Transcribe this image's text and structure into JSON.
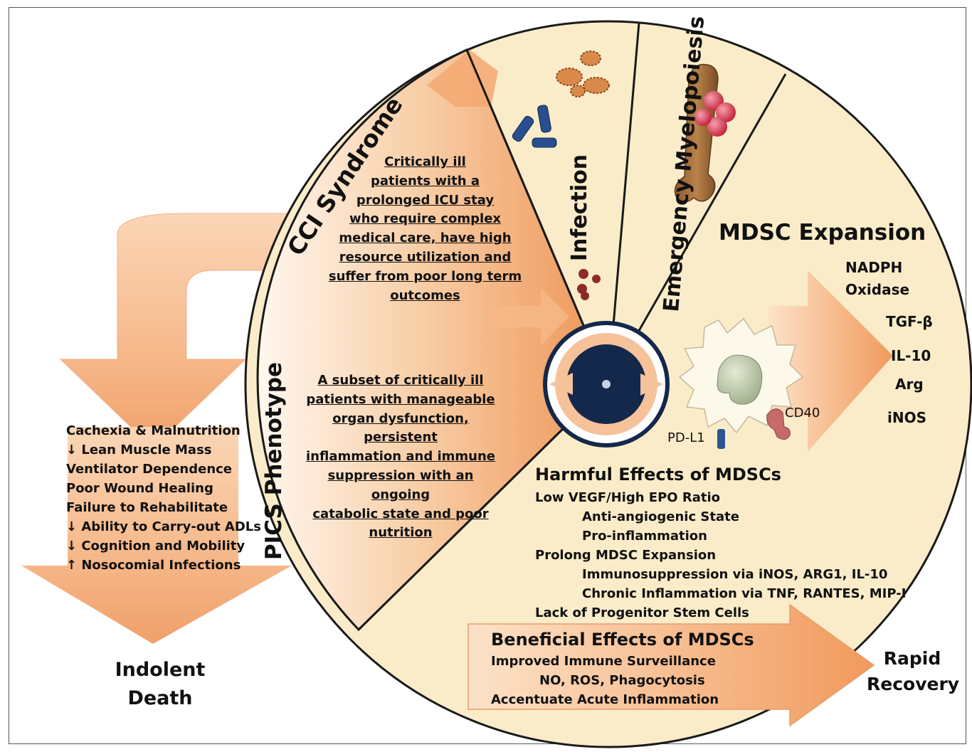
{
  "sectors": {
    "cci_title": "CCI Syndrome",
    "pics_title": "PICS Phenotype",
    "infection": "Infection",
    "myelopoiesis": "Emergency Myelopoiesis",
    "mdsc_title": "MDSC Expansion"
  },
  "cci_description": [
    "Critically ill",
    "patients with a",
    "prolonged ICU stay",
    "who require complex",
    "medical care, have high",
    "resource utilization and",
    "suffer from poor long term",
    "outcomes"
  ],
  "pics_description": [
    "A subset of critically ill",
    "patients with manageable",
    "organ dysfunction, persistent",
    "inflammation and immune",
    "suppression with an ongoing",
    "catabolic state and poor",
    "nutrition"
  ],
  "mediators": [
    "NADPH",
    "Oxidase",
    "TGF-β",
    "IL-10",
    "Arg",
    "iNOS"
  ],
  "cell_labels": {
    "cd40": "CD40",
    "pdl1": "PD-L1"
  },
  "outcomes_list": [
    "Cachexia & Malnutrition",
    "↓ Lean Muscle Mass",
    "Ventilator Dependence",
    "Poor Wound Healing",
    "Failure to Rehabilitate",
    "↓ Ability to Carry-out ADLs",
    "↓ Cognition and Mobility",
    "↑ Nosocomial  Infections"
  ],
  "indolent_death": [
    "Indolent",
    "Death"
  ],
  "harmful": {
    "title": "Harmful Effects of MDSCs",
    "lines": [
      "Low VEGF/High EPO Ratio",
      "Anti-angiogenic State",
      "Pro-inflammation",
      "Prolong MDSC Expansion",
      "Immunosuppression via iNOS, ARG1, IL-10",
      "Chronic Inflammation via TNF, RANTES, MIP-I",
      "Lack of Progenitor Stem Cells"
    ]
  },
  "beneficial": {
    "title": "Beneficial Effects of MDSCs",
    "lines": [
      "Improved Immune Surveillance",
      "NO,  ROS, Phagocytosis",
      "Accentuate Acute Inflammation"
    ]
  },
  "rapid_recovery": [
    "Rapid",
    "Recovery"
  ],
  "colors": {
    "cream": "#fbeccb",
    "orange": "#f3a46b",
    "orange_light": "#fbd2b0",
    "navy": "#13284a",
    "border": "#1a1a1a"
  }
}
